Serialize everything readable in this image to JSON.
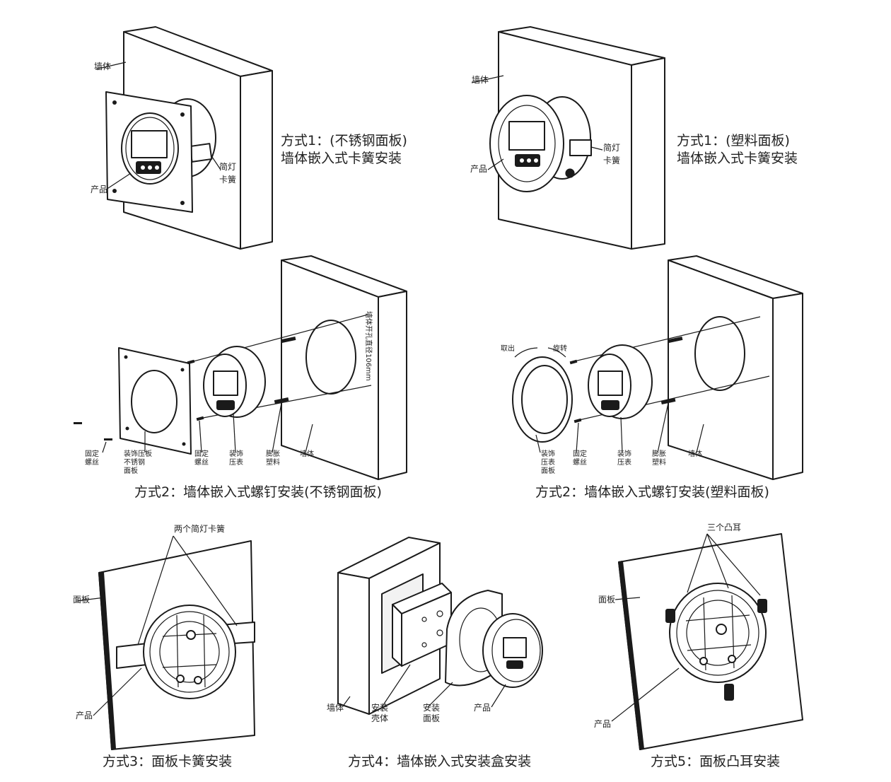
{
  "panel1": {
    "label_wall": "墙体",
    "label_product": "产品",
    "label_spring_1": "简灯",
    "label_spring_2": "卡簧",
    "caption_line1": "方式1：(不锈钢面板)",
    "caption_line2": "墙体嵌入式卡簧安装"
  },
  "panel2": {
    "label_wall": "墙体",
    "label_product": "产品",
    "label_spring_1": "简灯",
    "label_spring_2": "卡簧",
    "caption_line1": "方式1：(塑料面板)",
    "caption_line2": "墙体嵌入式卡簧安装"
  },
  "panel3": {
    "label_fix_screw_1": "固定",
    "label_fix_screw_2": "螺丝",
    "label_plate_1": "装饰压板",
    "label_plate_2": "不锈钢",
    "label_plate_3": "面板",
    "label_set_screw_1": "固定",
    "label_set_screw_2": "螺丝",
    "label_body_1": "装饰",
    "label_body_2": "压表",
    "label_anchor_1": "膨胀",
    "label_anchor_2": "塑料",
    "label_wall": "墙体",
    "label_hole": "墙体开孔直径106mm",
    "caption": "方式2：墙体嵌入式螺钉安装(不锈钢面板)"
  },
  "panel4": {
    "label_out": "取出",
    "label_turn": "旋转",
    "label_ring_1": "装饰",
    "label_ring_2": "压表",
    "label_ring_3": "面板",
    "label_set_screw_1": "固定",
    "label_set_screw_2": "螺丝",
    "label_body_1": "装饰",
    "label_body_2": "压表",
    "label_anchor_1": "膨胀",
    "label_anchor_2": "塑料",
    "label_wall": "墙体",
    "caption": "方式2：墙体嵌入式螺钉安装(塑料面板)"
  },
  "panel5": {
    "label_springs": "两个简灯卡簧",
    "label_panel": "面板",
    "label_product": "产品",
    "caption": "方式3：面板卡簧安装"
  },
  "panel6": {
    "label_wall": "墙体",
    "label_box_1": "安装",
    "label_box_2": "壳体",
    "label_plate_1": "安装",
    "label_plate_2": "面板",
    "label_product": "产品",
    "caption": "方式4：墙体嵌入式安装盒安装"
  },
  "panel7": {
    "label_ears": "三个凸耳",
    "label_panel": "面板",
    "label_product": "产品",
    "caption": "方式5：面板凸耳安装"
  }
}
